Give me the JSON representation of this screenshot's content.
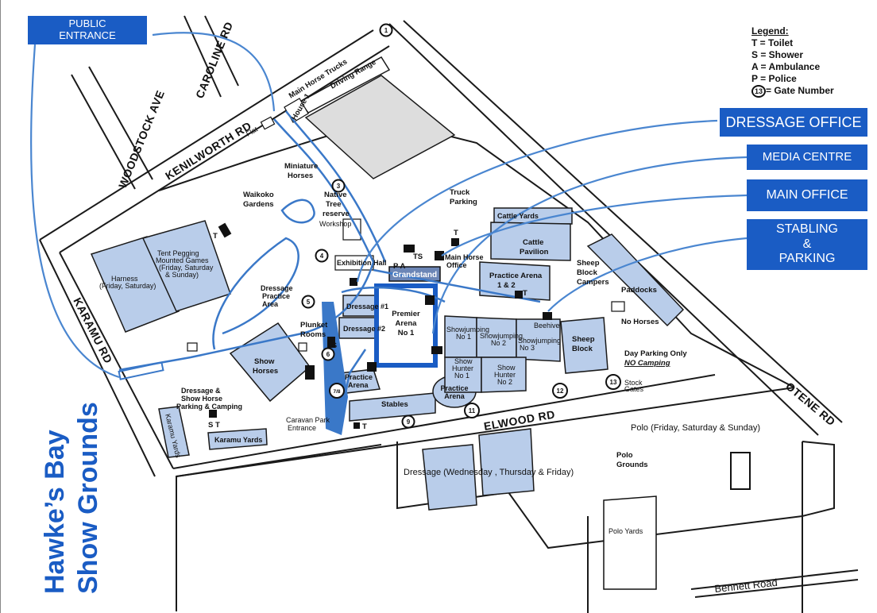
{
  "callouts": {
    "public_entrance": "PUBLIC ENTRANCE",
    "dressage_office": "DRESSAGE OFFICE",
    "media_centre": "MEDIA CENTRE",
    "main_office": "MAIN OFFICE",
    "stabling_parking_line1": "STABLING",
    "stabling_parking_line2": "&",
    "stabling_parking_line3": "PARKING"
  },
  "legend": {
    "title": "Legend:",
    "toilet": "T = Toilet",
    "shower": "S = Shower",
    "ambulance": "A = Ambulance",
    "police": "P = Police",
    "gate_symbol": "13",
    "gate": "= Gate Number"
  },
  "title": {
    "line1": "Hawke’s Bay",
    "line2": "Show Grounds"
  },
  "roads": {
    "caroline": "CAROLINE RD",
    "woodstock": "WOODSTOCK AVE",
    "kenilworth": "KENILWORTH RD",
    "karamu": "KARAMU RD",
    "elwood": "ELWOOD RD",
    "otene": "OTENE RD",
    "bennett": "Bennett Road"
  },
  "places": {
    "main_horse_trucks": "Main Horse Trucks",
    "house1": "House 1",
    "driving_range": "Driving Range",
    "flat": "Flat",
    "miniature_horses_1": "Miniature",
    "miniature_horses_2": "Horses",
    "waikoko_1": "Waikoko",
    "waikoko_2": "Gardens",
    "native_1": "Native",
    "native_2": "Tree",
    "native_3": "reserve",
    "workshop": "Workshop",
    "truck_parking_1": "Truck",
    "truck_parking_2": "Parking",
    "cattle_yards": "Cattle Yards",
    "cattle_pavilion_1": "Cattle",
    "cattle_pavilion_2": "Pavilion",
    "tent_pegging_1": "Tent Pegging",
    "tent_pegging_2": "Mounted Games",
    "tent_pegging_3": "(Friday, Saturday",
    "tent_pegging_4": "& Sunday)",
    "harness_1": "Harness",
    "harness_2": "(Friday, Saturday)",
    "exhibition_hall": "Exhibition Hall",
    "main_horse_office_1": "Main Horse",
    "main_horse_office_2": "Office",
    "grandstand": "Grandstand",
    "practice_arena_12_1": "Practice Arena",
    "practice_arena_12_2": "1 & 2",
    "sheep_block_campers_1": "Sheep",
    "sheep_block_campers_2": "Block",
    "sheep_block_campers_3": "Campers",
    "paddocks": "Paddocks",
    "dressage_practice_1": "Dressage",
    "dressage_practice_2": "Practice",
    "dressage_practice_3": "Area",
    "dressage1": "Dressage #1",
    "dressage2": "Dressage #2",
    "premier_1": "Premier",
    "premier_2": "Arena",
    "premier_3": "No 1",
    "sj1_1": "Showjumping",
    "sj1_2": "No 1",
    "sj2_1": "Showjumping",
    "sj2_2": "No 2",
    "sj3_1": "Showjumping",
    "sj3_2": "No 3",
    "beehive": "Beehive",
    "sheep_block_1": "Sheep",
    "sheep_block_2": "Block",
    "no_horses": "No Horses",
    "sh1_1": "Show",
    "sh1_2": "Hunter",
    "sh1_3": "No 1",
    "sh2_1": "Show",
    "sh2_2": "Hunter",
    "sh2_3": "No 2",
    "day_parking": "Day Parking Only",
    "no_camping": "NO Camping",
    "plunket_1": "Plunket",
    "plunket_2": "Rooms",
    "show_horses_1": "Show",
    "show_horses_2": "Horses",
    "practice_arena_1": "Practice",
    "practice_arena_2": "Arena",
    "practice_arena_round_1": "Practice",
    "practice_arena_round_2": "Arena",
    "stables": "Stables",
    "stock_gates_1": "Stock",
    "stock_gates_2": "Gates",
    "dressage_parking_1": "Dressage &",
    "dressage_parking_2": "Show Horse",
    "dressage_parking_3": "Parking & Camping",
    "caravan_1": "Caravan Park",
    "caravan_2": "Entrance",
    "karamu_yards": "Karamu Yards",
    "karamu_yards_v": "Karamu Yards",
    "polo_days": "Polo (Friday, Saturday & Sunday)",
    "polo_grounds_1": "Polo",
    "polo_grounds_2": "Grounds",
    "dressage_days": "Dressage (Wednesday , Thursday & Friday)",
    "polo_yards": "Polo Yards",
    "ts_symbol": "TS",
    "pa_symbol": "P A",
    "t_symbol": "T",
    "st_symbol": "S T"
  },
  "gates": [
    "1",
    "3",
    "4",
    "5",
    "6",
    "7/8",
    "9",
    "11",
    "12",
    "13"
  ],
  "colors": {
    "callout_blue": "#1a5cc4",
    "area_blue": "#b9cdea",
    "path_blue": "#3a78c8"
  }
}
